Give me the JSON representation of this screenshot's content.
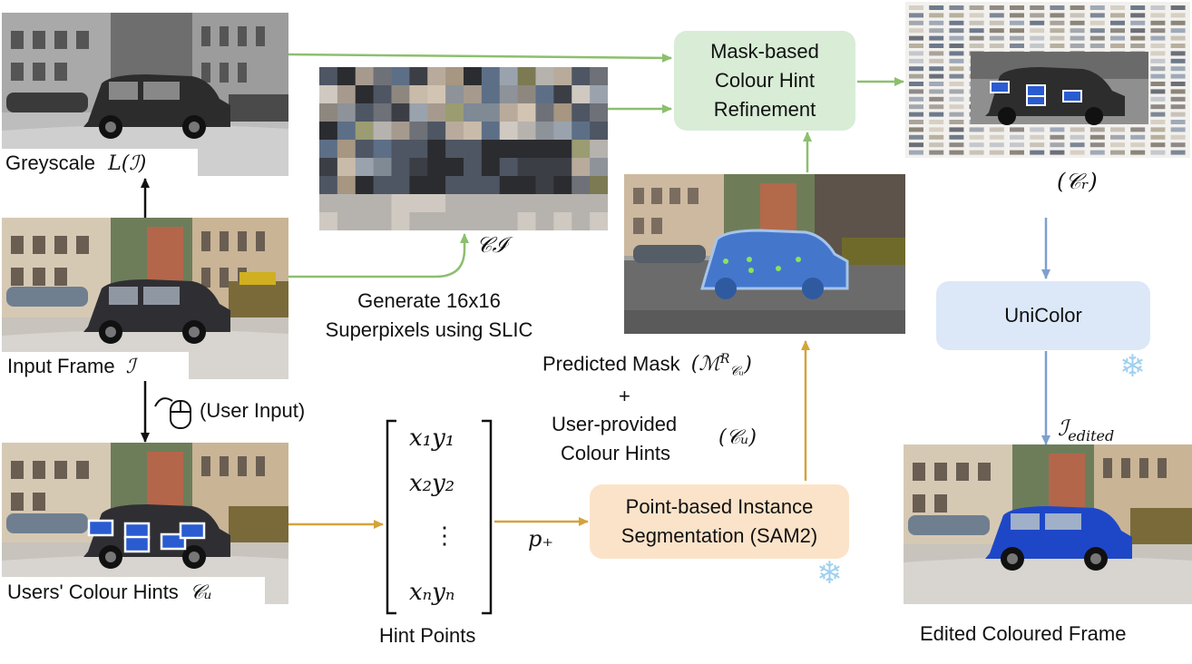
{
  "images": {
    "greyscale": {
      "label": "Greyscale",
      "symbol": "L(ℐ)"
    },
    "input_frame": {
      "label": "Input Frame",
      "symbol": "ℐ"
    },
    "users_hints": {
      "label": "Users' Colour Hints",
      "symbol": "𝒞ᵤ"
    },
    "edited": {
      "label": "Edited Coloured Frame"
    }
  },
  "superpixel": {
    "symbol": "𝒞ℐ",
    "caption_line1": "Generate 16x16",
    "caption_line2": "Superpixels using SLIC"
  },
  "user_input": {
    "label": "(User Input)"
  },
  "hint_points": {
    "rows": [
      "x₁y₁",
      "x₂y₂",
      "⋮",
      "xₙyₙ"
    ],
    "label": "Hint Points",
    "p_plus": "p₊"
  },
  "boxes": {
    "mask_refine": {
      "line1": "Mask-based",
      "line2": "Colour Hint",
      "line3": "Refinement"
    },
    "sam2": {
      "line1": "Point-based Instance",
      "line2": "Segmentation (SAM2)"
    },
    "unicolor": {
      "label": "UniColor"
    }
  },
  "mask_text": {
    "predicted": "Predicted Mask",
    "predicted_symbol": "(ℳ",
    "predicted_sup": "R",
    "predicted_sub": "𝒞ᵤ",
    "predicted_close": ")",
    "plus": "+",
    "user_provided": "User-provided",
    "colour_hints": "Colour Hints",
    "cu_symbol": "(𝒞ᵤ)"
  },
  "cr_symbol": "(𝒞ᵣ)",
  "edited_symbol": {
    "main": "ℐ",
    "sub": "edited"
  },
  "colors": {
    "green_arrow": "#8cbf6e",
    "orange_arrow": "#d4a43a",
    "blue_arrow": "#7f9fcf",
    "mask_box": "#d8ecd6",
    "sam_box": "#fbe3c9",
    "unicolor_box": "#dce8f8",
    "hint_blue": "#2a5bd0"
  },
  "icons": [
    "mouse-icon",
    "snowflake-icon"
  ]
}
